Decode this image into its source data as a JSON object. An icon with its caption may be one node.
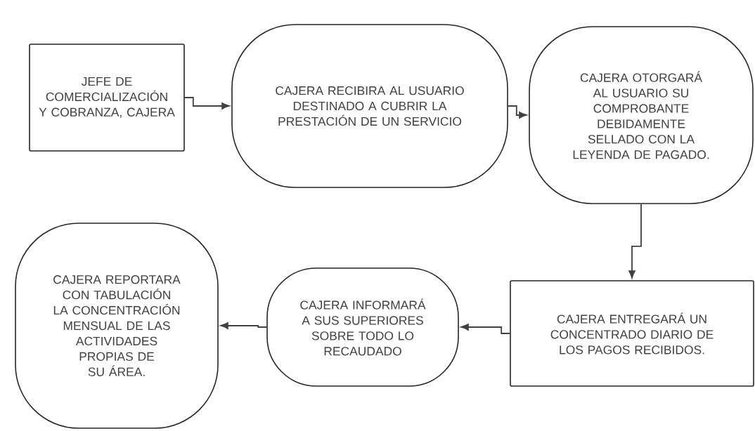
{
  "diagram": {
    "nodes": [
      {
        "text": [
          "JEFE DE COMERCIALIZACIÓN Y COBRANZA, CAJERA"
        ]
      },
      {
        "text": [
          "CAJERA RECIBIRA AL USUARIO DESTINADO A CUBRIR LA PRESTACIÓN DE UN SERVICIO"
        ]
      },
      {
        "text": [
          "CAJERA OTORGARÁ AL USUARIO SU COMPROBANTE DEBIDAMENTE SELLADO CON LA LEYENDA DE PAGADO."
        ]
      },
      {
        "text": [
          "CAJERA ENTREGARÁ UN CONCENTRADO DIARIO DE LOS PAGOS RECIBIDOS."
        ]
      },
      {
        "text": [
          "CAJERA INFORMARÁ A SUS SUPERIORES SOBRE TODO LO RECAUDADO"
        ]
      },
      {
        "text": [
          "CAJERA REPORTARA CON TABULACIÓN LA CONCENTRACIÓN MENSUAL DE LAS ACTIVIDADES PROPIAS DE SU ÁREA."
        ]
      }
    ],
    "edges": [
      {
        "from": 0,
        "to": 1,
        "arrow": "to"
      },
      {
        "from": 1,
        "to": 2,
        "arrow": "to"
      },
      {
        "from": 2,
        "to": 3,
        "arrow": "to"
      },
      {
        "from": 3,
        "to": 4,
        "arrow": "to"
      },
      {
        "from": 4,
        "to": 5,
        "arrow": "to"
      }
    ]
  }
}
